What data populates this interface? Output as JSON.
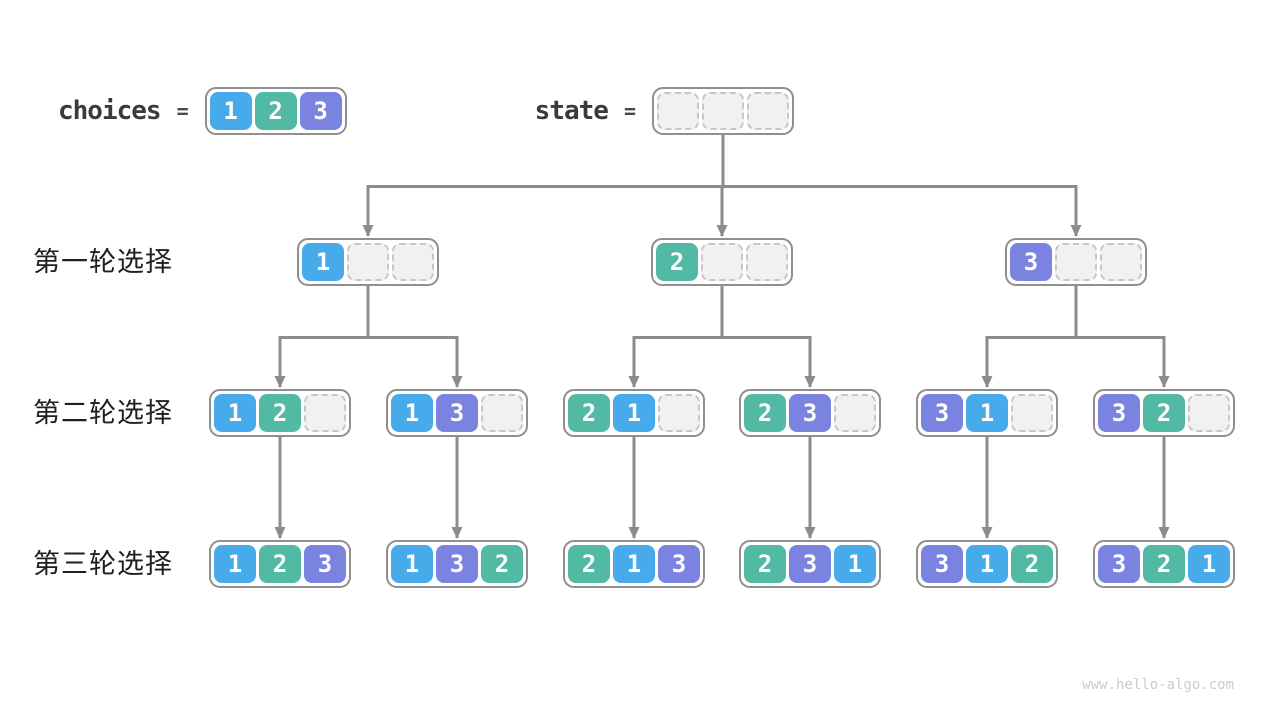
{
  "meta": {
    "watermark": "www.hello-algo.com"
  },
  "palette": {
    "1": "#47abeb",
    "2": "#52b9a4",
    "3": "#7a84e0",
    "arrow": "#8c8c8c",
    "box_border": "#8f8f8f",
    "empty_fill": "#f1f1f1",
    "empty_border": "#c7c7c7"
  },
  "header": {
    "choices": {
      "label": "choices",
      "equals": "=",
      "cells": [
        1,
        2,
        3
      ]
    },
    "state": {
      "label": "state",
      "equals": "=",
      "cells": [
        null,
        null,
        null
      ]
    }
  },
  "rows": [
    {
      "label": "第一轮选择",
      "boxes": [
        [
          1,
          null,
          null
        ],
        [
          2,
          null,
          null
        ],
        [
          3,
          null,
          null
        ]
      ]
    },
    {
      "label": "第二轮选择",
      "boxes": [
        [
          1,
          2,
          null
        ],
        [
          1,
          3,
          null
        ],
        [
          2,
          1,
          null
        ],
        [
          2,
          3,
          null
        ],
        [
          3,
          1,
          null
        ],
        [
          3,
          2,
          null
        ]
      ]
    },
    {
      "label": "第三轮选择",
      "boxes": [
        [
          1,
          2,
          3
        ],
        [
          1,
          3,
          2
        ],
        [
          2,
          1,
          3
        ],
        [
          2,
          3,
          1
        ],
        [
          3,
          1,
          2
        ],
        [
          3,
          2,
          1
        ]
      ]
    }
  ]
}
